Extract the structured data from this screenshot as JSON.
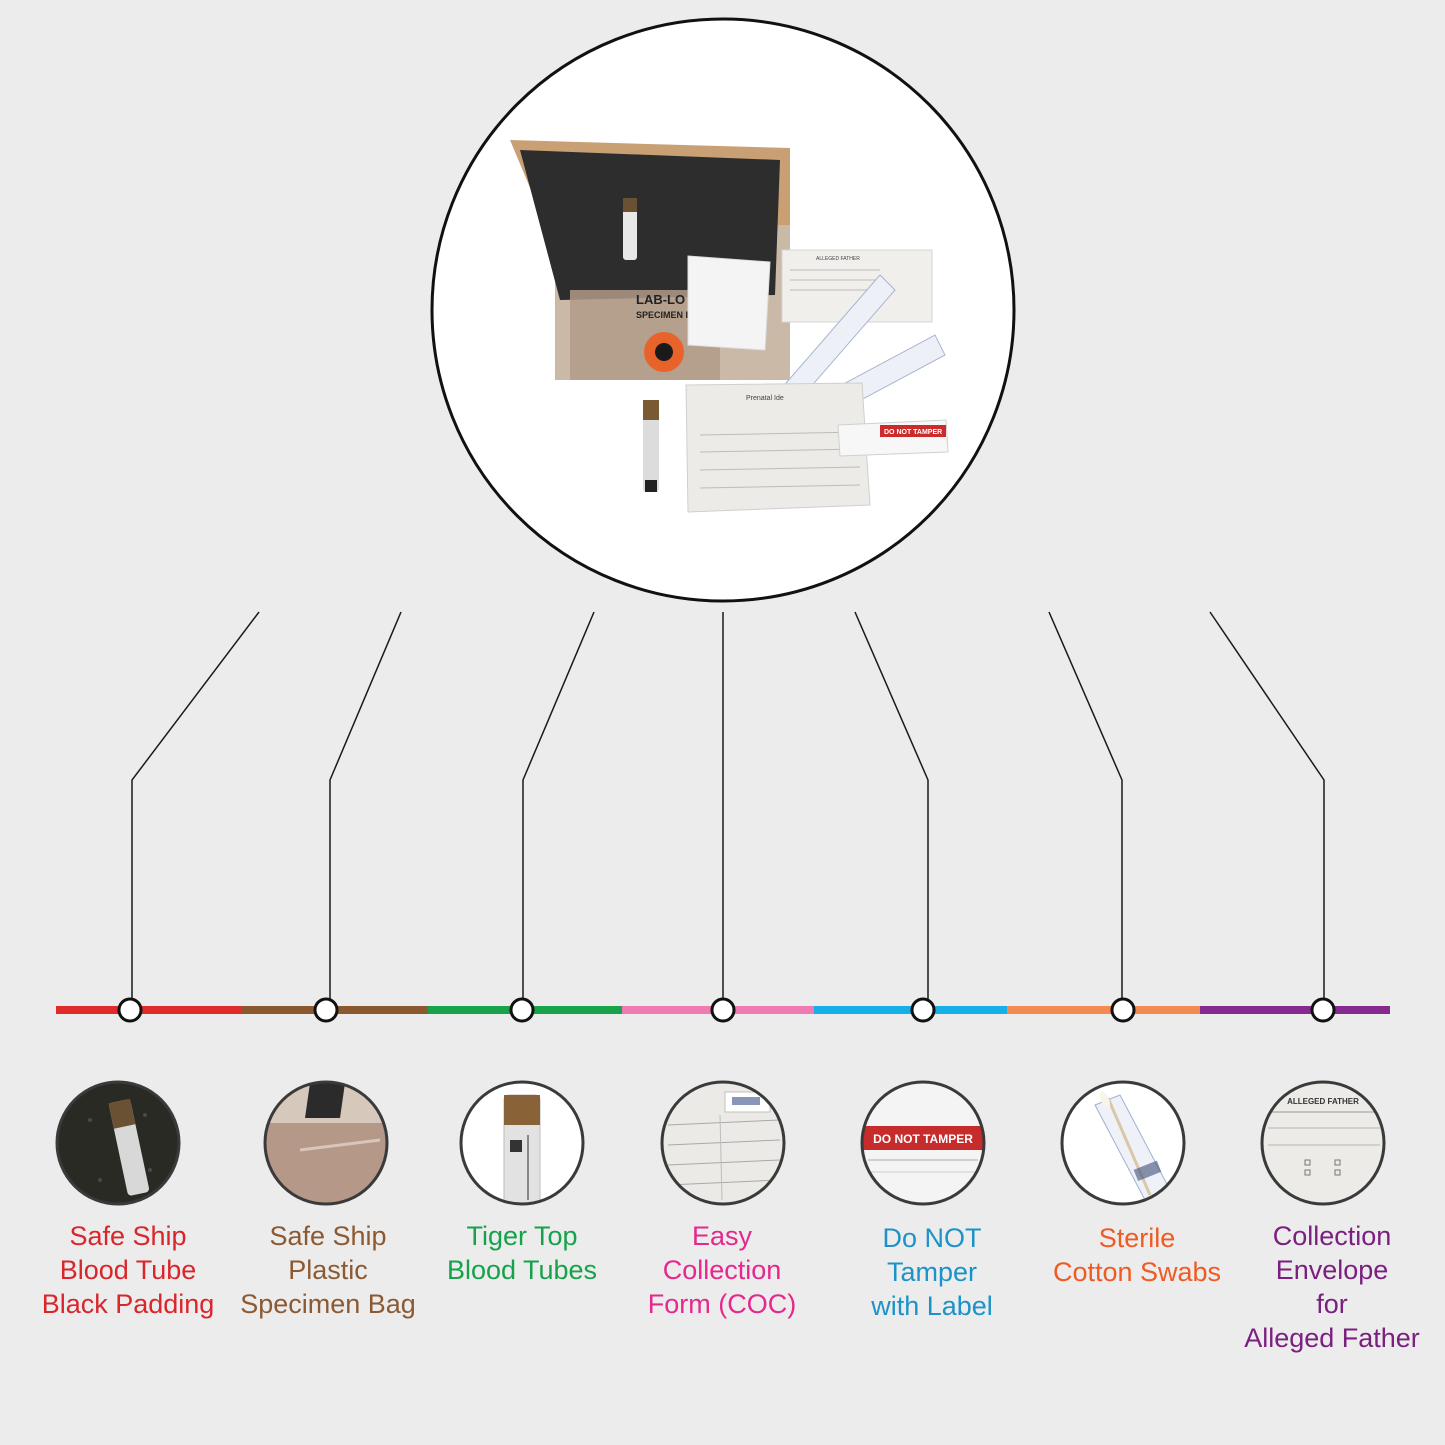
{
  "colors": {
    "background": "#ececec",
    "line": "#1a1a1a"
  },
  "kit_photo": {
    "box_text": "LAB-LO",
    "bag_text": "SPECIMEN B",
    "envelope_text": "ALLEGED FATHER",
    "form_text": "Prenatal Ide",
    "seal_text": "DO NOT TAMPER"
  },
  "items": [
    {
      "icon": "blood-tube-padding-thumbnail",
      "color": "#e02b2b",
      "label_color": "#d9262b",
      "lines": [
        "Safe Ship",
        "Blood Tube",
        "Black Padding"
      ]
    },
    {
      "icon": "specimen-bag-thumbnail",
      "color": "#8a5a2e",
      "label_color": "#8b5a33",
      "lines": [
        "Safe Ship",
        "Plastic",
        "Specimen Bag"
      ]
    },
    {
      "icon": "tiger-top-tube-thumbnail",
      "color": "#18a24a",
      "label_color": "#15a24a",
      "lines": [
        "Tiger Top",
        "Blood Tubes"
      ]
    },
    {
      "icon": "collection-form-thumbnail",
      "color": "#ef7bb2",
      "label_color": "#e6278d",
      "lines": [
        "Easy",
        "Collection",
        "Form (COC)"
      ]
    },
    {
      "icon": "tamper-label-thumbnail",
      "color": "#16b0e6",
      "label_color": "#1b93c9",
      "lines": [
        "Do NOT",
        "Tamper",
        "with Label"
      ]
    },
    {
      "icon": "cotton-swab-thumbnail",
      "color": "#f38a50",
      "label_color": "#f05a23",
      "lines": [
        "Sterile",
        "Cotton Swabs"
      ]
    },
    {
      "icon": "envelope-thumbnail",
      "color": "#852a8f",
      "label_color": "#7b1f80",
      "lines": [
        "Collection",
        "Envelope",
        "for",
        "Alleged Father"
      ]
    }
  ]
}
